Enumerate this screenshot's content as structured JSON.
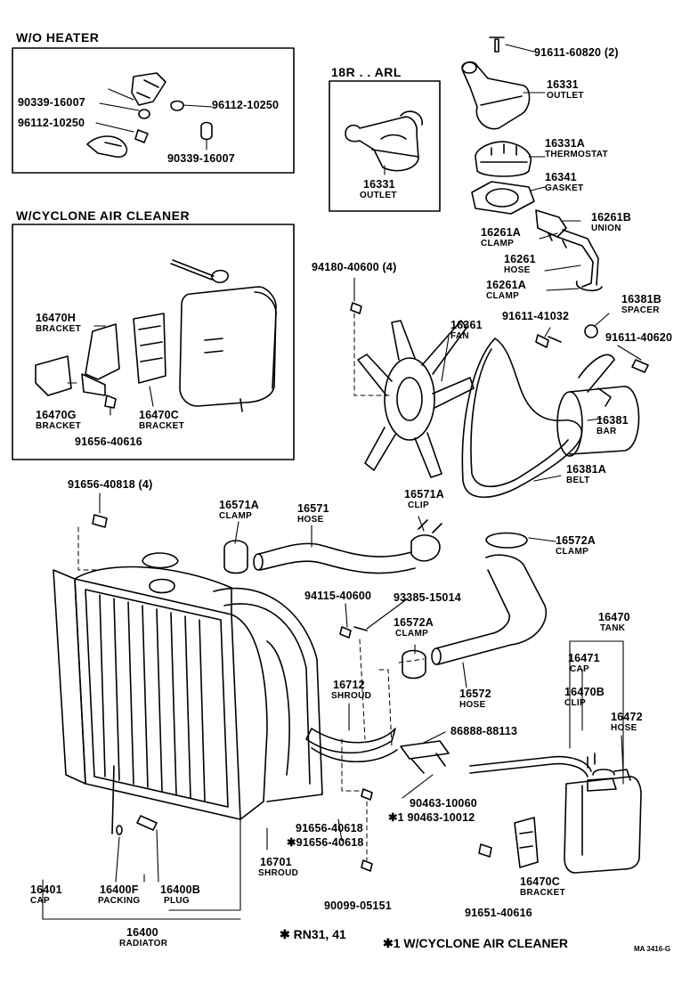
{
  "sections": {
    "wo_heater": "W/O HEATER",
    "cyclone": "W/CYCLONE AIR CLEANER",
    "arl": "18R . . ARL"
  },
  "parts": {
    "p_9161160820": "91611-60820 (2)",
    "p_16331": "16331",
    "p_16331_name": "OUTLET",
    "p_16331A": "16331A",
    "p_16331A_name": "THERMOSTAT",
    "p_16341": "16341",
    "p_16341_name": "GASKET",
    "p_16261B": "16261B",
    "p_16261B_name": "UNION",
    "p_16261A_1": "16261A",
    "p_16261A_1_name": "CLAMP",
    "p_16261": "16261",
    "p_16261_name": "HOSE",
    "p_16261A_2": "16261A",
    "p_16261A_2_name": "CLAMP",
    "p_16381B": "16381B",
    "p_16381B_name": "SPACER",
    "p_9161141032": "91611-41032",
    "p_9161140620": "91611-40620",
    "p_16361": "16361",
    "p_16361_name": "FAN",
    "p_9418040600": "94180-40600 (4)",
    "p_16381": "16381",
    "p_16381_name": "BAR",
    "p_16381A": "16381A",
    "p_16381A_name": "BELT",
    "arl_16331": "16331",
    "arl_16331_name": "OUTLET",
    "wo_9033916007_a": "90339-16007",
    "wo_9611210250_a": "96112-10250",
    "wo_9611210260": "96112-10250",
    "wo_9033916007_b": "90339-16007",
    "cy_16470H": "16470H",
    "cy_16470H_name": "BRACKET",
    "cy_16470G": "16470G",
    "cy_16470G_name": "BRACKET",
    "cy_16470C": "16470C",
    "cy_16470C_name": "BRACKET",
    "cy_9165640616": "91656-40616",
    "p_9165640818": "91656-40818 (4)",
    "p_16571A_1": "16571A",
    "p_16571A_1_name": "CLAMP",
    "p_16571": "16571",
    "p_16571_name": "HOSE",
    "p_16571A_2": "16571A",
    "p_16571A_2_name": "CLIP",
    "p_16572A_1": "16572A",
    "p_16572A_1_name": "CLAMP",
    "p_9411540600": "94115-40600",
    "p_9338515014": "93385-15014",
    "p_16572A_2": "16572A",
    "p_16572A_2_name": "CLAMP",
    "p_16470": "16470",
    "p_16470_name": "TANK",
    "p_16471": "16471",
    "p_16471_name": "CAP",
    "p_16470B": "16470B",
    "p_16470B_name": "CLIP",
    "p_16472": "16472",
    "p_16472_name": "HOSE",
    "p_16712": "16712",
    "p_16712_name": "SHROUD",
    "p_16572": "16572",
    "p_16572_name": "HOSE",
    "p_8688888113": "86888-88113",
    "p_9046310060": "90463-10060",
    "p_9046310012": "✱1 90463-10012",
    "p_9165640618": "91656-40618",
    "p_9165640618s": "✱91656-40618",
    "p_16701": "16701",
    "p_16701_name": "SHROUD",
    "p_9009905151": "90099-05151",
    "p_16470C": "16470C",
    "p_16470C_name": "BRACKET",
    "p_9165140616": "91651-40616",
    "p_16401": "16401",
    "p_16401_name": "CAP",
    "p_16400F": "16400F",
    "p_16400F_name": "PACKING",
    "p_16400B": "16400B",
    "p_16400B_name": "PLUG",
    "p_16400": "16400",
    "p_16400_name": "RADIATOR"
  },
  "footer": {
    "note1": "✱ RN31, 41",
    "note2": "✱1 W/CYCLONE AIR CLEANER",
    "code": "MA 3416-G"
  }
}
